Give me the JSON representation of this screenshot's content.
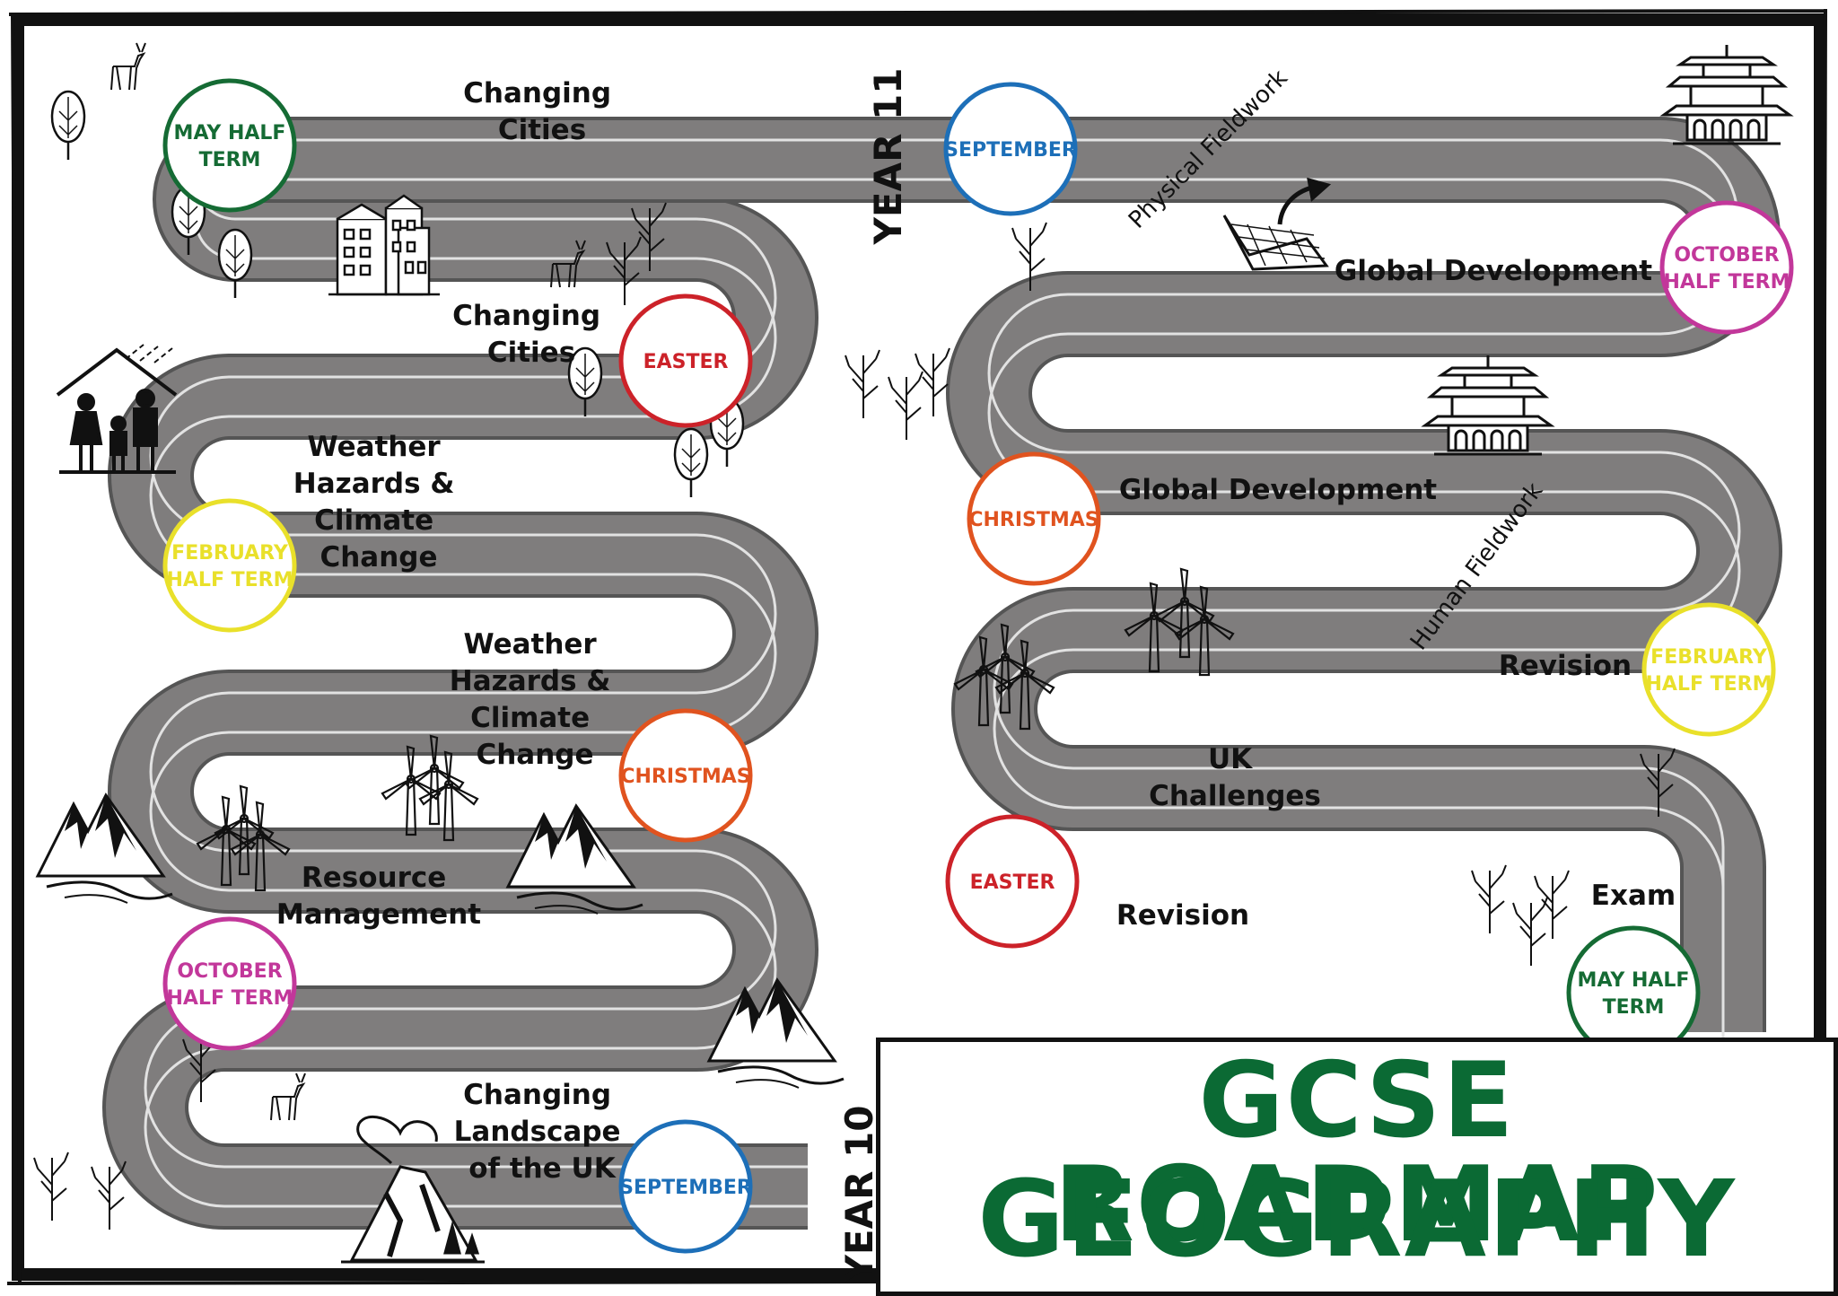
{
  "colors": {
    "road": "#7f7d7d",
    "road_edge": "#555555",
    "lane": "#e2e2e2",
    "title": "#0b6a34",
    "may": "#156b34",
    "september": "#1d6fb8",
    "october": "#c2379a",
    "christmas": "#e0531f",
    "february": "#e9e02a",
    "easter": "#cc2229"
  },
  "title": {
    "line1": "GCSE ROADMAP",
    "line2": "GEOGRAPHY"
  },
  "years": {
    "year10": "YEAR 10",
    "year11": "YEAR 11"
  },
  "year10": {
    "milestones": {
      "september": "SEPTEMBER",
      "october": [
        "OCTOBER",
        "HALF TERM"
      ],
      "christmas": "CHRISTMAS",
      "february": [
        "FEBRUARY",
        "HALF TERM"
      ],
      "easter": "EASTER",
      "may": [
        "MAY HALF",
        "TERM"
      ]
    },
    "topics": {
      "changing_landscape": [
        "Changing",
        "Landscape",
        "of the UK"
      ],
      "resource_management": [
        "Resource",
        "Management"
      ],
      "weather_1": [
        "Weather",
        "Hazards &",
        "Climate",
        "Change"
      ],
      "weather_2": [
        "Weather",
        "Hazards &",
        "Climate",
        "Change"
      ],
      "changing_cities_1": [
        "Changing",
        "Cities"
      ],
      "changing_cities_2": [
        "Changing",
        "Cities"
      ]
    }
  },
  "year11": {
    "milestones": {
      "september": "SEPTEMBER",
      "october": [
        "OCTOBER",
        "HALF TERM"
      ],
      "christmas": "CHRISTMAS",
      "february": [
        "FEBRUARY",
        "HALF TERM"
      ],
      "easter": "EASTER",
      "may": [
        "MAY HALF",
        "TERM"
      ]
    },
    "topics": {
      "global_development_1": "Global Development",
      "global_development_2": "Global Development",
      "revision_1": "Revision",
      "uk_challenges": [
        "UK",
        "Challenges"
      ],
      "revision_2": "Revision",
      "exam": "Exam"
    }
  },
  "fieldwork": {
    "physical": "Physical Fieldwork",
    "human": "Human Fieldwork"
  },
  "icons": [
    "house-family-icon",
    "tree-icon",
    "bare-tree-icon",
    "deer-icon",
    "buildings-icon",
    "wind-turbine-icon",
    "mountain-icon",
    "volcano-icon",
    "pagoda-icon",
    "map-arrow-icon"
  ]
}
